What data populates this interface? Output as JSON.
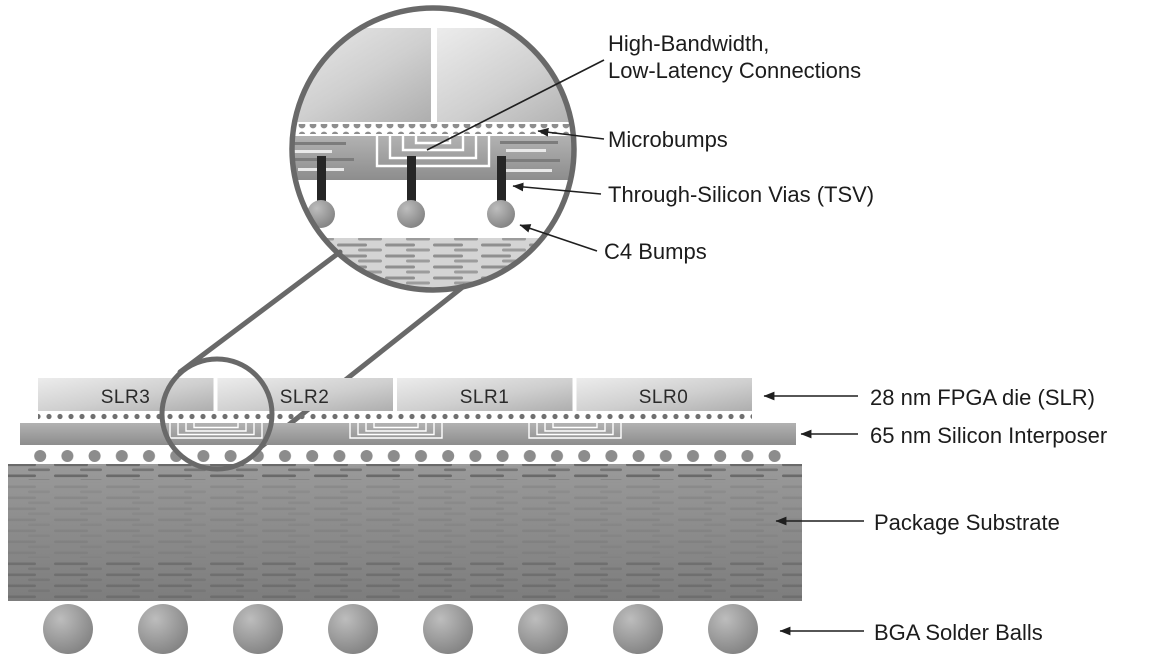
{
  "lens": {
    "labels": {
      "connections": "High-Bandwidth,\nLow-Latency Connections",
      "microbumps": "Microbumps",
      "tsv": "Through-Silicon Vias (TSV)",
      "c4_bumps": "C4 Bumps"
    }
  },
  "package": {
    "slr_dies": [
      {
        "label": "SLR3"
      },
      {
        "label": "SLR2"
      },
      {
        "label": "SLR1"
      },
      {
        "label": "SLR0"
      }
    ],
    "labels": {
      "fpga_die": "28 nm FPGA die (SLR)",
      "interposer": "65 nm Silicon Interposer",
      "substrate": "Package Substrate",
      "bga_balls": "BGA Solder Balls"
    }
  },
  "colors": {
    "outline": "#696969",
    "die_fill": "#cfcfcf",
    "interposer_fill": "#9e9e9e",
    "substrate_fill": "#8b8b8b",
    "tsv_fill": "#262626",
    "bump_fill": "#8c8c8c",
    "text": "#1c1c1c",
    "background": "#ffffff"
  }
}
